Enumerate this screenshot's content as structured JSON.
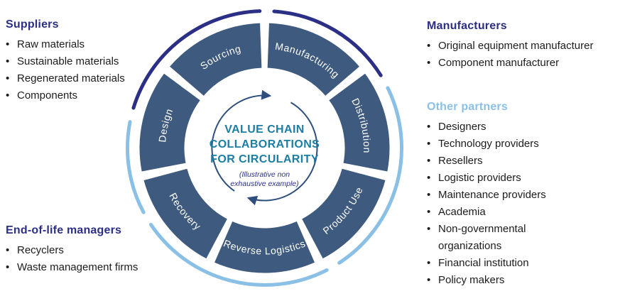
{
  "palette": {
    "navy": "#2b2f86",
    "slate": "#3e5a7f",
    "lightblue": "#8abfe6",
    "teal": "#1c7da5",
    "arrow": "#2e4f7d",
    "body_text": "#1c1c1c",
    "ring_text": "#ffffff",
    "background": "#ffffff"
  },
  "center": {
    "title_lines": [
      "VALUE CHAIN",
      "COLLABORATIONS",
      "FOR CIRCULARITY"
    ],
    "subtitle_lines": [
      "(Illustrative non",
      "exhaustive example)"
    ]
  },
  "ring": {
    "segments": [
      {
        "label": "Manufacturing",
        "start": 0,
        "end": 51.4,
        "dir": "cw"
      },
      {
        "label": "Distribution",
        "start": 51.4,
        "end": 102.9,
        "dir": "cw"
      },
      {
        "label": "Product Use",
        "start": 102.9,
        "end": 154.3,
        "dir": "ccw"
      },
      {
        "label": "Reverse Logistics",
        "start": 154.3,
        "end": 205.7,
        "dir": "ccw"
      },
      {
        "label": "Recovery",
        "start": 205.7,
        "end": 257.1,
        "dir": "ccw"
      },
      {
        "label": "Design",
        "start": 257.1,
        "end": 308.6,
        "dir": "cw"
      },
      {
        "label": "Sourcing",
        "start": 308.6,
        "end": 360,
        "dir": "cw"
      }
    ],
    "outer_arcs": [
      {
        "color": "navy",
        "start": -73,
        "end": -2
      },
      {
        "color": "navy",
        "start": 4,
        "end": 58
      },
      {
        "color": "lightblue",
        "start": 64,
        "end": 147
      },
      {
        "color": "lightblue",
        "start": 153,
        "end": 236
      },
      {
        "color": "lightblue",
        "start": 242,
        "end": 281
      }
    ]
  },
  "groups": [
    {
      "title": "Suppliers",
      "color": "navy",
      "items": [
        "Raw materials",
        "Sustainable materials",
        "Regenerated materials",
        "Components"
      ]
    },
    {
      "title": "End-of-life managers",
      "color": "navy",
      "items": [
        "Recyclers",
        "Waste management firms"
      ]
    },
    {
      "title": "Manufacturers",
      "color": "navy",
      "items": [
        "Original equipment manufacturer",
        "Component manufacturer"
      ]
    },
    {
      "title": "Other partners",
      "color": "lightblue",
      "items": [
        "Designers",
        "Technology providers",
        "Resellers",
        "Logistic providers",
        "Maintenance providers",
        "Academia",
        "Non-governmental organizations",
        "Financial institution",
        "Policy makers"
      ]
    }
  ]
}
